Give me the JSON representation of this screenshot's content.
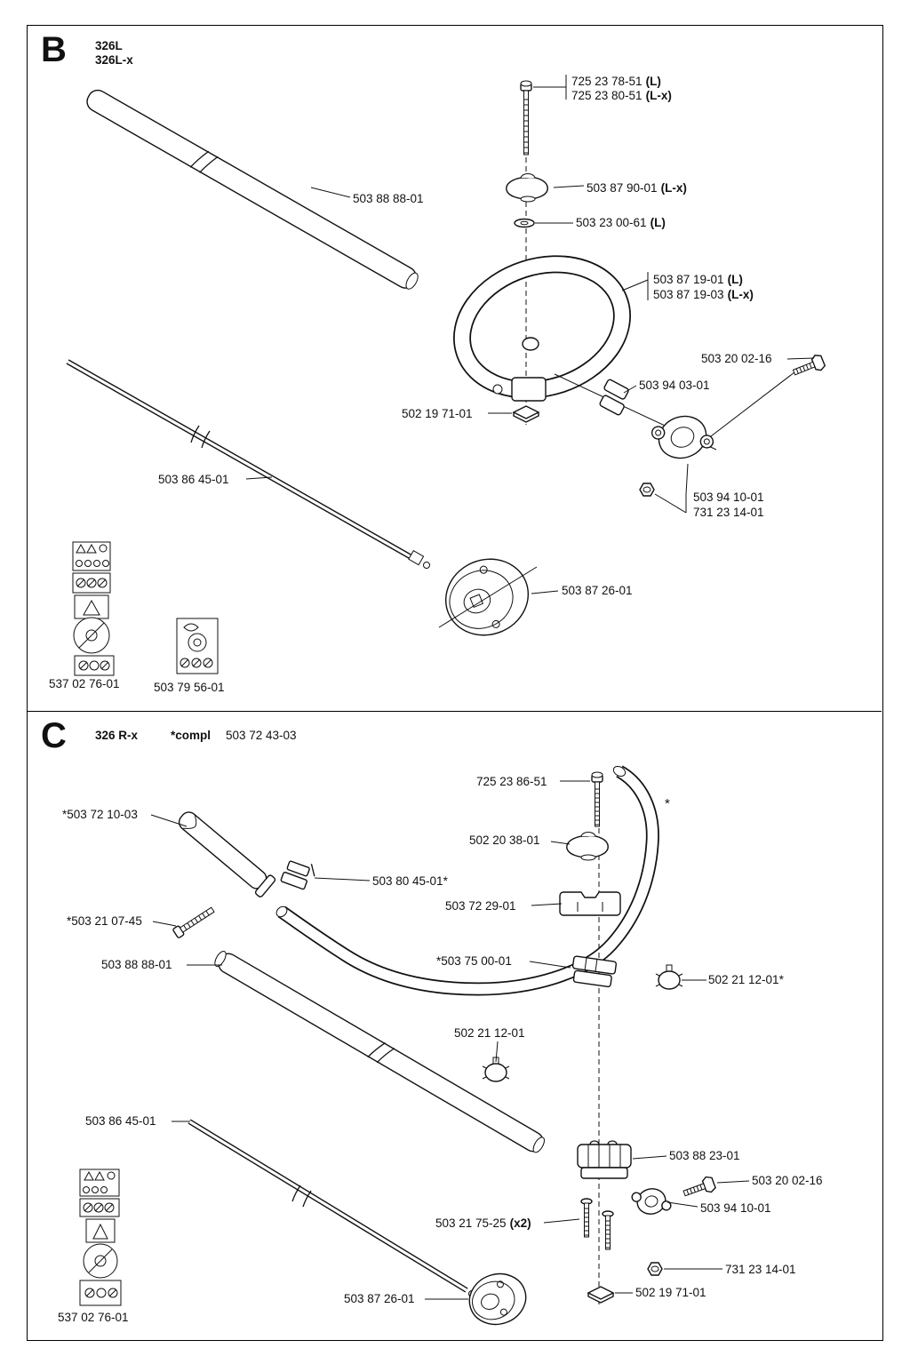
{
  "colors": {
    "ink": "#111111",
    "bg": "#ffffff"
  },
  "b": {
    "letter": "B",
    "model1": "326L",
    "model2": "326L-x",
    "labels": {
      "bolt1": {
        "num": "725 23 78-51",
        "sfx": "(L)"
      },
      "bolt2": {
        "num": "725 23 80-51",
        "sfx": "(L-x)"
      },
      "tube": {
        "num": "503 88 88-01",
        "sfx": ""
      },
      "wingnut": {
        "num": "503 87 90-01",
        "sfx": "(L-x)"
      },
      "washer": {
        "num": "503 23 00-61",
        "sfx": "(L)"
      },
      "handle1": {
        "num": "503 87 19-01",
        "sfx": "(L)"
      },
      "handle2": {
        "num": "503 87 19-03",
        "sfx": "(L-x)"
      },
      "screw": {
        "num": "503 20 02-16",
        "sfx": ""
      },
      "cableclamp": {
        "num": "503 94 03-01",
        "sfx": ""
      },
      "squarenut": {
        "num": "502 19 71-01",
        "sfx": ""
      },
      "driveshaft": {
        "num": "503 86 45-01",
        "sfx": ""
      },
      "bracket": {
        "num": "503 94 10-01",
        "sfx": ""
      },
      "nut": {
        "num": "731 23 14-01",
        "sfx": ""
      },
      "trimmerhead": {
        "num": "503 87 26-01",
        "sfx": ""
      },
      "decal1": {
        "num": "537 02 76-01",
        "sfx": ""
      },
      "decal2": {
        "num": "503 79 56-01",
        "sfx": ""
      }
    }
  },
  "c": {
    "letter": "C",
    "model": "326 R-x",
    "compl": "*compl",
    "compl_num": "503 72 43-03",
    "labels": {
      "bolt": {
        "num": "725 23 86-51",
        "sfx": ""
      },
      "asterisk": {
        "num": "*",
        "sfx": ""
      },
      "grip": {
        "num": "*503 72 10-03",
        "sfx": ""
      },
      "wingknob": {
        "num": "502 20 38-01",
        "sfx": ""
      },
      "smallclamp": {
        "num": "503 80 45-01*",
        "sfx": ""
      },
      "topbracket": {
        "num": "503 72 29-01",
        "sfx": ""
      },
      "gripbolt": {
        "num": "*503 21 07-45",
        "sfx": ""
      },
      "tube": {
        "num": "503 88 88-01",
        "sfx": ""
      },
      "midclamp": {
        "num": "*503 75 00-01",
        "sfx": ""
      },
      "clampnut_r": {
        "num": "502 21 12-01*",
        "sfx": ""
      },
      "clampnut_l": {
        "num": "502 21 12-01",
        "sfx": ""
      },
      "driveshaft": {
        "num": "503 86 45-01",
        "sfx": ""
      },
      "lowerclamp": {
        "num": "503 88 23-01",
        "sfx": ""
      },
      "screw": {
        "num": "503 20 02-16",
        "sfx": ""
      },
      "bracket": {
        "num": "503 94 10-01",
        "sfx": ""
      },
      "screws2": {
        "num": "503 21 75-25",
        "sfx": "(x2)"
      },
      "nut": {
        "num": "731 23 14-01",
        "sfx": ""
      },
      "squarenut": {
        "num": "502 19 71-01",
        "sfx": ""
      },
      "trimmerhead": {
        "num": "503 87 26-01",
        "sfx": ""
      },
      "decal": {
        "num": "537 02 76-01",
        "sfx": ""
      }
    }
  }
}
